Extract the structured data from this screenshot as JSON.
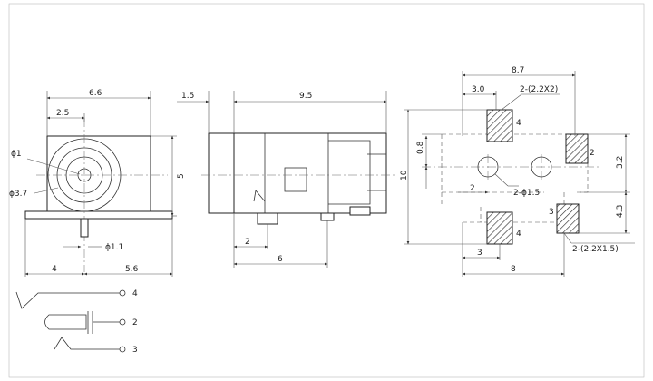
{
  "front_view": {
    "dim_width": "6.6",
    "dim_offset": "2.5",
    "dim_height": "5",
    "dim_left": "4",
    "dim_right": "5.6",
    "hole_inner": "ϕ1",
    "hole_outer": "ϕ3.7",
    "pin": "ϕ1.1"
  },
  "side_view": {
    "dim_front": "1.5",
    "dim_length": "9.5",
    "dim_pin_offset": "2",
    "dim_pin_span": "6"
  },
  "footprint": {
    "dim_total_width": "8.7",
    "dim_left_pad": "3.0",
    "pad_top": "2-(2.2X2)",
    "dim_hole_offset": "0.8",
    "dim_height": "10",
    "dim_upper": "3.2",
    "dim_lower": "4.3",
    "dim_hole_spacing": "2",
    "hole_spec": "2-ϕ1.5",
    "pad_bottom": "2-(2.2X1.5)",
    "dim_bottom_left": "3",
    "dim_bottom_total": "8",
    "pad_labels": [
      "4",
      "2",
      "3",
      "4"
    ]
  },
  "schematic": {
    "pins": [
      "4",
      "2",
      "3"
    ]
  }
}
